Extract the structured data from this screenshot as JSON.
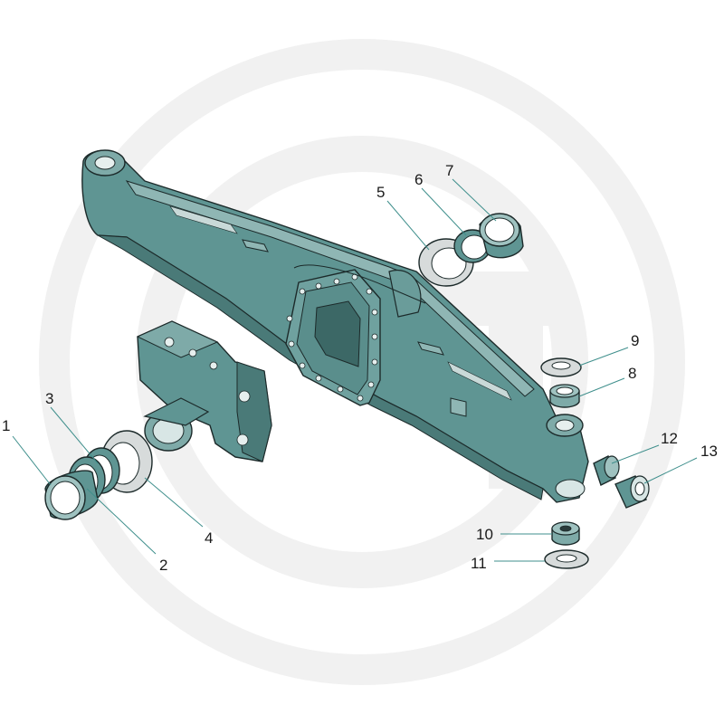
{
  "colors": {
    "part_fill": "#5f9593",
    "part_light": "#9fc2c0",
    "part_dark": "#3c6866",
    "ring_light": "#d7dbdb",
    "watermark": "#f1f1f1",
    "leader": "#3f8f8c"
  },
  "watermark": {
    "icon": "circle-g-logo-watermark"
  },
  "callouts": [
    {
      "id": "c1",
      "number": "1"
    },
    {
      "id": "c2",
      "number": "2"
    },
    {
      "id": "c3",
      "number": "3"
    },
    {
      "id": "c4",
      "number": "4"
    },
    {
      "id": "c5",
      "number": "5"
    },
    {
      "id": "c6",
      "number": "6"
    },
    {
      "id": "c7",
      "number": "7"
    },
    {
      "id": "c8",
      "number": "8"
    },
    {
      "id": "c9",
      "number": "9"
    },
    {
      "id": "c10",
      "number": "10"
    },
    {
      "id": "c11",
      "number": "11"
    },
    {
      "id": "c12",
      "number": "12"
    },
    {
      "id": "c13",
      "number": "13"
    }
  ]
}
